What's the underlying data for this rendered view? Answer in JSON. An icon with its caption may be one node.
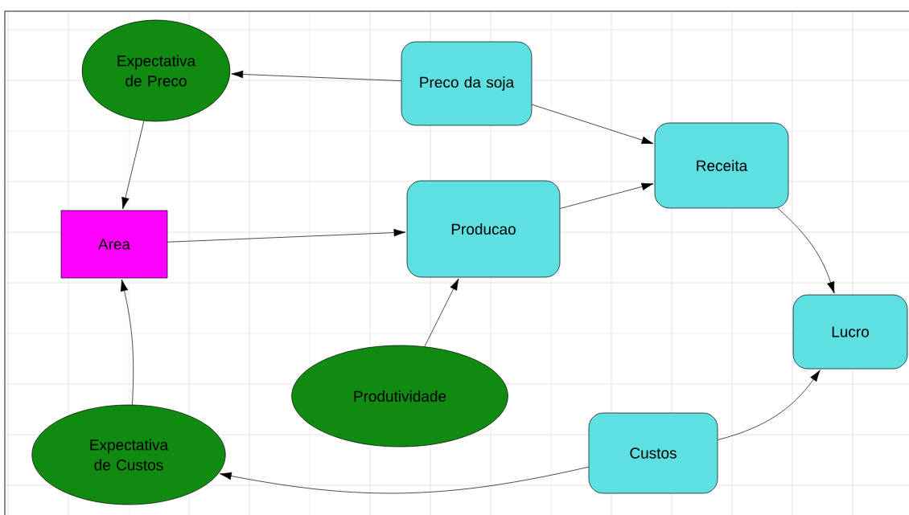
{
  "diagram": {
    "nodes": [
      {
        "text": [
          "Expectativa de Preco"
        ]
      },
      {
        "text": [
          "Preco da soja"
        ]
      },
      {
        "text": [
          "Receita"
        ]
      },
      {
        "text": [
          "Area"
        ]
      },
      {
        "text": [
          "Producao"
        ]
      },
      {
        "text": [
          "Lucro"
        ]
      },
      {
        "text": [
          "Produtividade"
        ]
      },
      {
        "text": [
          "Expectativa de Custos"
        ]
      },
      {
        "text": [
          "Custos"
        ]
      }
    ],
    "edges": [
      {
        "from": 1,
        "to": 0,
        "arrow": "to"
      },
      {
        "from": 1,
        "to": 2,
        "arrow": "to"
      },
      {
        "from": 4,
        "to": 2,
        "arrow": "to"
      },
      {
        "from": 0,
        "to": 3,
        "arrow": "to"
      },
      {
        "from": 3,
        "to": 4,
        "arrow": "to"
      },
      {
        "from": 6,
        "to": 4,
        "arrow": "to"
      },
      {
        "from": 7,
        "to": 3,
        "arrow": "to"
      },
      {
        "from": 2,
        "to": 5,
        "arrow": "to"
      },
      {
        "from": 8,
        "to": 5,
        "arrow": "to"
      },
      {
        "from": 8,
        "to": 7,
        "arrow": "to"
      }
    ]
  }
}
